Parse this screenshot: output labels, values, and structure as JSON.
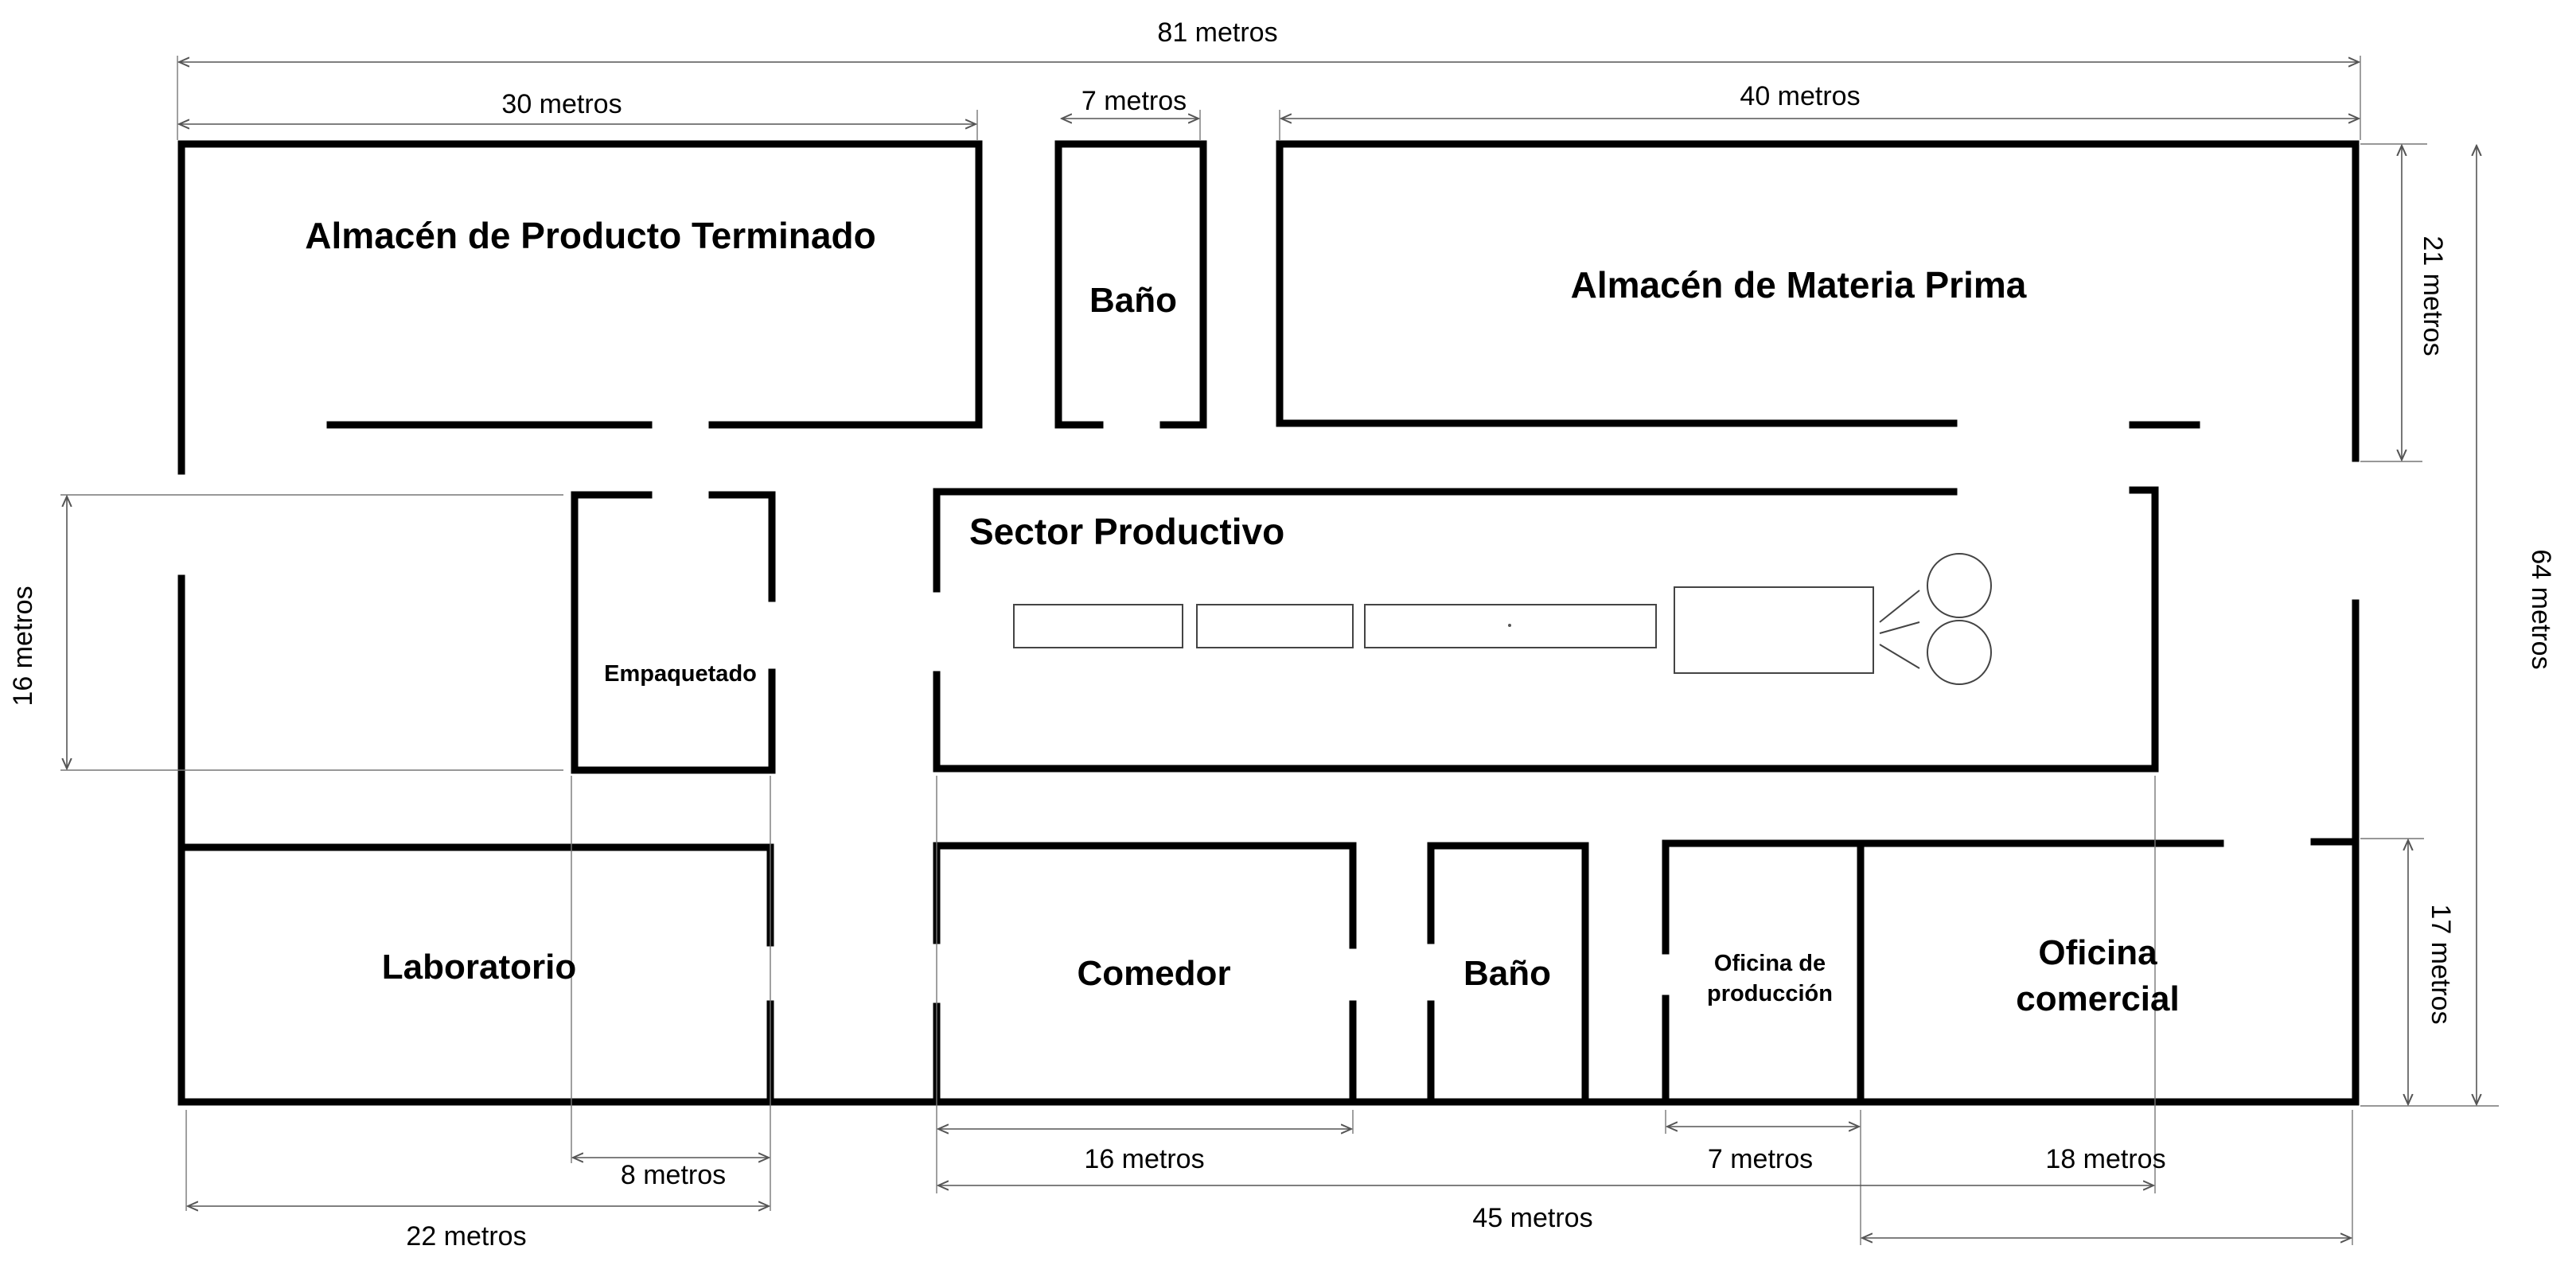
{
  "rooms": {
    "almacen_pt": "Almacén de Producto Terminado",
    "bano_top": "Baño",
    "almacen_mp": "Almacén de Materia Prima",
    "sector_productivo": "Sector Productivo",
    "empaquetado": "Empaquetado",
    "laboratorio": "Laboratorio",
    "comedor": "Comedor",
    "bano_bottom": "Baño",
    "oficina_produccion": [
      "Oficina de",
      "producción"
    ],
    "oficina_comercial": [
      "Oficina",
      "comercial"
    ]
  },
  "dimensions": {
    "total_width": "81 metros",
    "almacen_pt_width": "30 metros",
    "bano_width": "7 metros",
    "almacen_mp_width": "40 metros",
    "almacen_mp_height": "21 metros",
    "total_height": "64 metros",
    "left_height": "16 metros",
    "offices_height": "17 metros",
    "empaquetado_width": "8 metros",
    "laboratorio_width": "22 metros",
    "comedor_width": "16 metros",
    "oficina_produccion_width": "7 metros",
    "oficina_comercial_width": "18 metros",
    "sector_productivo_width": "45 metros"
  },
  "colors": {
    "wall": "#000000",
    "dimension_line": "#555555",
    "background": "#ffffff"
  }
}
